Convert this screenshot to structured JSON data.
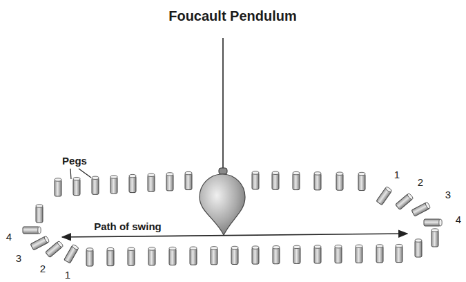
{
  "diagram": {
    "title": "Foucault Pendulum",
    "labels": [
      "Pegs",
      "1",
      "2",
      "3",
      "4",
      "Path of swing",
      "4",
      "3",
      "2",
      "1"
    ]
  }
}
